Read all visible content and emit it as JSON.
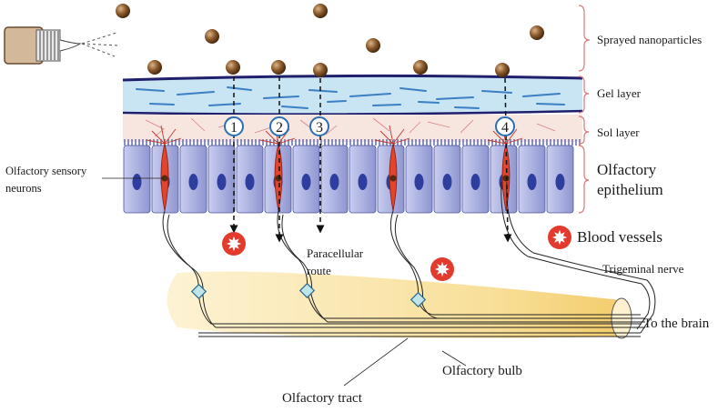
{
  "labels": {
    "sprayed": "Sprayed nanoparticles",
    "gel": "Gel layer",
    "sol": "Sol layer",
    "epithelium_line1": "Olfactory",
    "epithelium_line2": "epithelium",
    "osn_line1": "Olfactory sensory",
    "osn_line2": "neurons",
    "blood": "Blood vessels",
    "paracellular_line1": "Paracellular",
    "paracellular_line2": "route",
    "trigeminal": "Trigeminal nerve",
    "brain": "To the brain",
    "bulb": "Olfactory bulb",
    "tract": "Olfactory tract"
  },
  "routes": [
    "1",
    "2",
    "3",
    "4"
  ],
  "colors": {
    "particle": "#8a5a2b",
    "gel": "#c9e4f2",
    "gel_streak": "#3b7fc4",
    "sol": "#f7e6e0",
    "cell": "#9fa5d8",
    "nucleus": "#2e3e9e",
    "neuron": "#e2452a",
    "bulb": "#f5d27a",
    "blood": "#e23b2e",
    "bracket": "#d97a7a",
    "circle_stroke": "#2a6fb5"
  },
  "icons": {
    "sprayer": "nasal-spray-icon",
    "blood_vessel": "blood-vessel-icon"
  }
}
